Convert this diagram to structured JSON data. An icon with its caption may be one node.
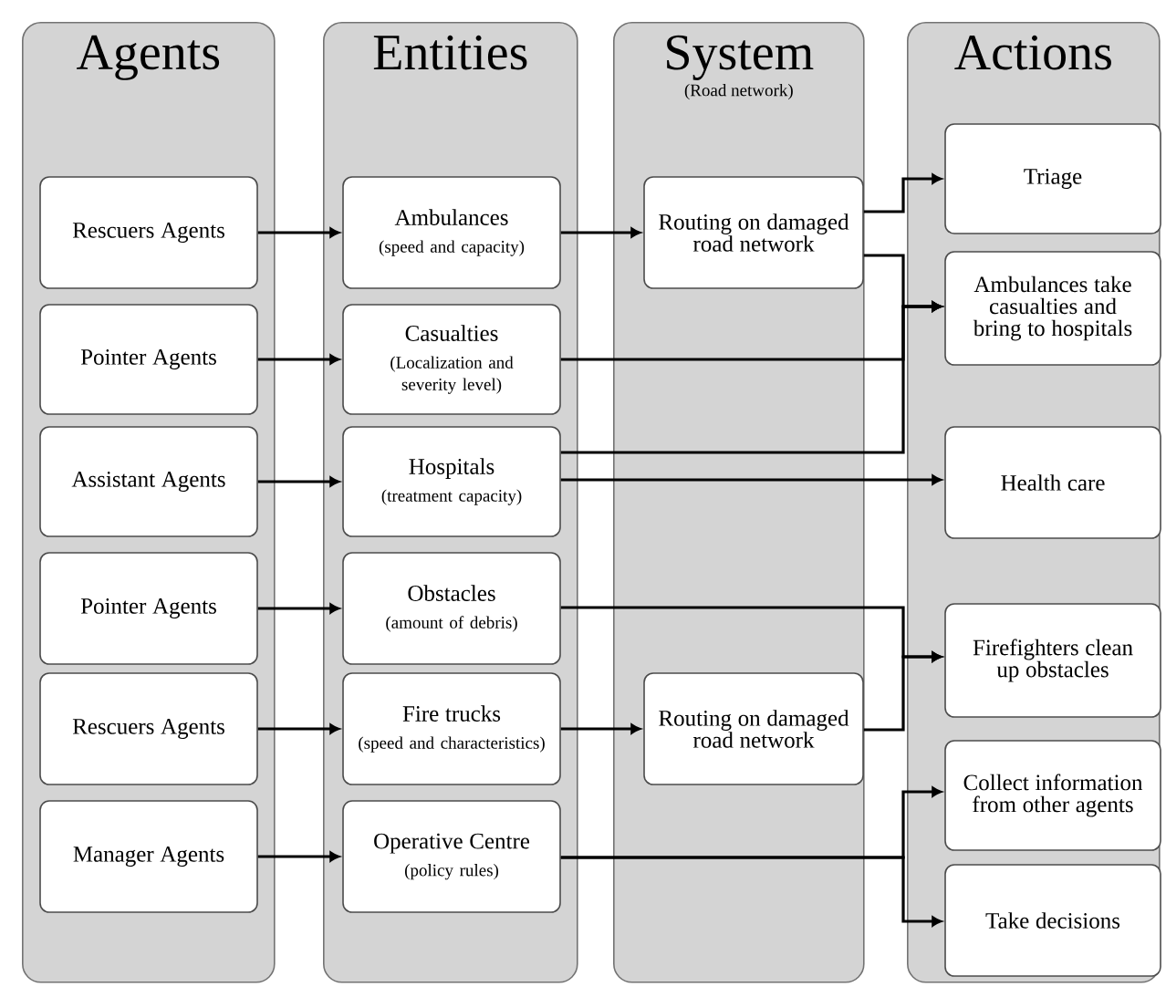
{
  "diagram": {
    "nodes": [
      {
        "text": [
          "Agents"
        ]
      },
      {
        "text": [
          "Entities"
        ]
      },
      {
        "text": [
          "System",
          "(Road network)"
        ]
      },
      {
        "text": [
          "Actions"
        ]
      },
      {
        "text": [
          "Rescuers Agents"
        ],
        "in": 0
      },
      {
        "text": [
          "Pointer Agents"
        ],
        "in": 0
      },
      {
        "text": [
          "Assistant Agents"
        ],
        "in": 0
      },
      {
        "text": [
          "Pointer Agents"
        ],
        "in": 0
      },
      {
        "text": [
          "Rescuers Agents"
        ],
        "in": 0
      },
      {
        "text": [
          "Manager Agents"
        ],
        "in": 0
      },
      {
        "text": [
          "Ambulances",
          "(speed and capacity)"
        ],
        "in": 1
      },
      {
        "text": [
          "Casualties",
          "(Localization and severity level)"
        ],
        "in": 1
      },
      {
        "text": [
          "Hospitals",
          "(treatment capacity)"
        ],
        "in": 1
      },
      {
        "text": [
          "Obstacles",
          "(amount of debris)"
        ],
        "in": 1
      },
      {
        "text": [
          "Fire trucks",
          "(speed and characteristics)"
        ],
        "in": 1
      },
      {
        "text": [
          "Operative Centre",
          "(policy rules)"
        ],
        "in": 1
      },
      {
        "text": [
          "Routing on damaged road network"
        ],
        "in": 2
      },
      {
        "text": [
          "Routing on damaged road network"
        ],
        "in": 2
      },
      {
        "text": [
          "Triage"
        ],
        "in": 3
      },
      {
        "text": [
          "Ambulances take casualties and bring to hospitals"
        ],
        "in": 3
      },
      {
        "text": [
          "Health care"
        ],
        "in": 3
      },
      {
        "text": [
          "Firefighters clean up obstacles"
        ],
        "in": 3
      },
      {
        "text": [
          "Collect information from other agents"
        ],
        "in": 3
      },
      {
        "text": [
          "Take decisions"
        ],
        "in": 3
      }
    ],
    "edges": [
      {
        "from": 4,
        "to": 10,
        "arrow": "to"
      },
      {
        "from": 5,
        "to": 11,
        "arrow": "to"
      },
      {
        "from": 6,
        "to": 12,
        "arrow": "to"
      },
      {
        "from": 7,
        "to": 13,
        "arrow": "to"
      },
      {
        "from": 8,
        "to": 14,
        "arrow": "to"
      },
      {
        "from": 9,
        "to": 15,
        "arrow": "to"
      },
      {
        "from": 10,
        "to": 16,
        "arrow": "to"
      },
      {
        "from": 16,
        "to": 18,
        "arrow": "to"
      },
      {
        "from": 16,
        "to": 19,
        "arrow": "to"
      },
      {
        "from": 11,
        "to": 19,
        "arrow": "to"
      },
      {
        "from": 12,
        "to": 19,
        "arrow": "to"
      },
      {
        "from": 12,
        "to": 20,
        "arrow": "to"
      },
      {
        "from": 13,
        "to": 21,
        "arrow": "to"
      },
      {
        "from": 14,
        "to": 17,
        "arrow": "to"
      },
      {
        "from": 17,
        "to": 21,
        "arrow": "to"
      },
      {
        "from": 15,
        "to": 22,
        "arrow": "to"
      },
      {
        "from": 15,
        "to": 23,
        "arrow": "to"
      }
    ]
  }
}
